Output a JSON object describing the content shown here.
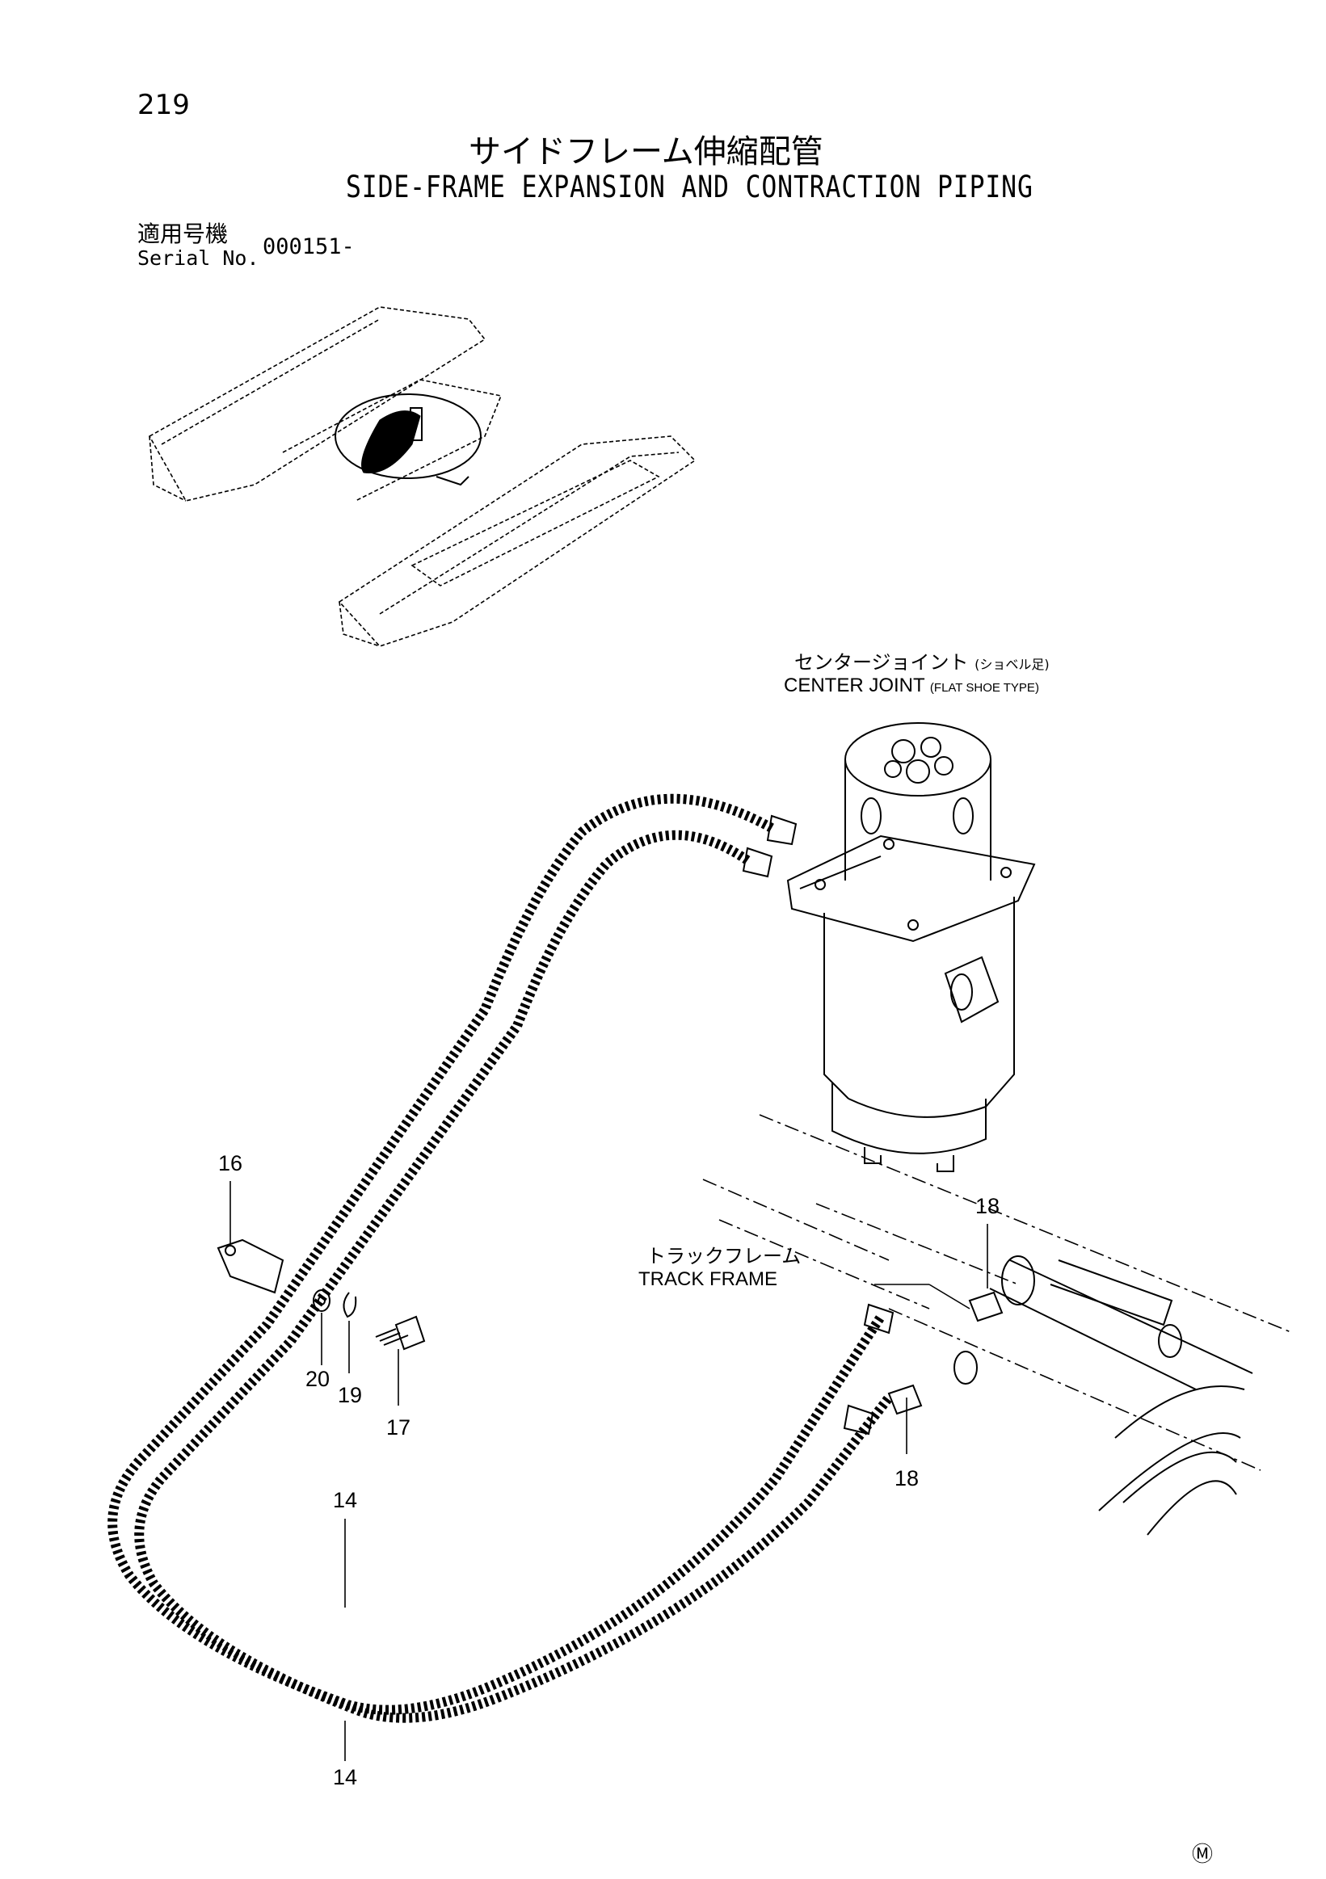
{
  "header": {
    "page_number": "219",
    "title_jp": "サイドフレーム伸縮配管",
    "title_en": "SIDE-FRAME EXPANSION AND CONTRACTION PIPING",
    "serial_label_jp": "適用号機",
    "serial_label_en": "Serial No.",
    "serial_value": "000151-"
  },
  "labels": {
    "center_joint_jp": "センタージョイント",
    "center_joint_jp_sub": "(ショベル足)",
    "center_joint_en": "CENTER JOINT",
    "center_joint_en_sub": "(FLAT SHOE TYPE)",
    "track_frame_jp": "トラックフレーム",
    "track_frame_en": "TRACK FRAME"
  },
  "callouts": {
    "c16": "16",
    "c18a": "18",
    "c18b": "18",
    "c20": "20",
    "c19": "19",
    "c17": "17",
    "c14a": "14",
    "c14b": "14"
  },
  "footer": {
    "mark": "Ⓜ"
  }
}
